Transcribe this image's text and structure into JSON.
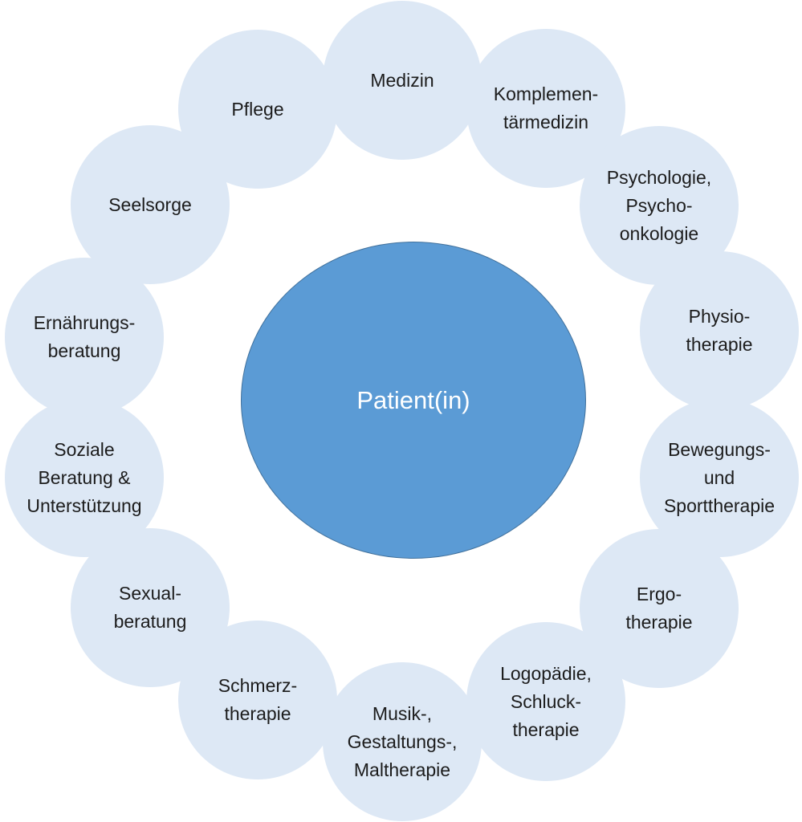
{
  "center": {
    "label": "Patient(in)"
  },
  "disciplines": [
    {
      "key": "medizin",
      "label": "Medizin"
    },
    {
      "key": "komplementaermedizin",
      "label": "Komplemen-\ntärmedizin"
    },
    {
      "key": "psychologie",
      "label": "Psychologie,\nPsycho-\nonkologie"
    },
    {
      "key": "physiotherapie",
      "label": "Physio-\ntherapie"
    },
    {
      "key": "bewegungstherapie",
      "label": "Bewegungs-\nund\nSporttherapie"
    },
    {
      "key": "ergotherapie",
      "label": "Ergo-\ntherapie"
    },
    {
      "key": "logopaedie",
      "label": "Logopädie,\nSchluck-\ntherapie"
    },
    {
      "key": "musiktherapie",
      "label": "Musik-,\nGestaltungs-,\nMaltherapie"
    },
    {
      "key": "schmerztherapie",
      "label": "Schmerz-\ntherapie"
    },
    {
      "key": "sexualberatung",
      "label": "Sexual-\nberatung"
    },
    {
      "key": "soziale-beratung",
      "label": "Soziale\nBeratung &\nUnterstützung"
    },
    {
      "key": "ernaehrungsberatung",
      "label": "Ernährungs-\nberatung"
    },
    {
      "key": "seelsorge",
      "label": "Seelsorge"
    },
    {
      "key": "pflege",
      "label": "Pflege"
    }
  ],
  "colors": {
    "bubble_fill": "#dde8f5",
    "center_fill": "#5b9bd5",
    "center_border": "#41719c",
    "center_text": "#ffffff",
    "bubble_text": "#1c1c1c"
  }
}
